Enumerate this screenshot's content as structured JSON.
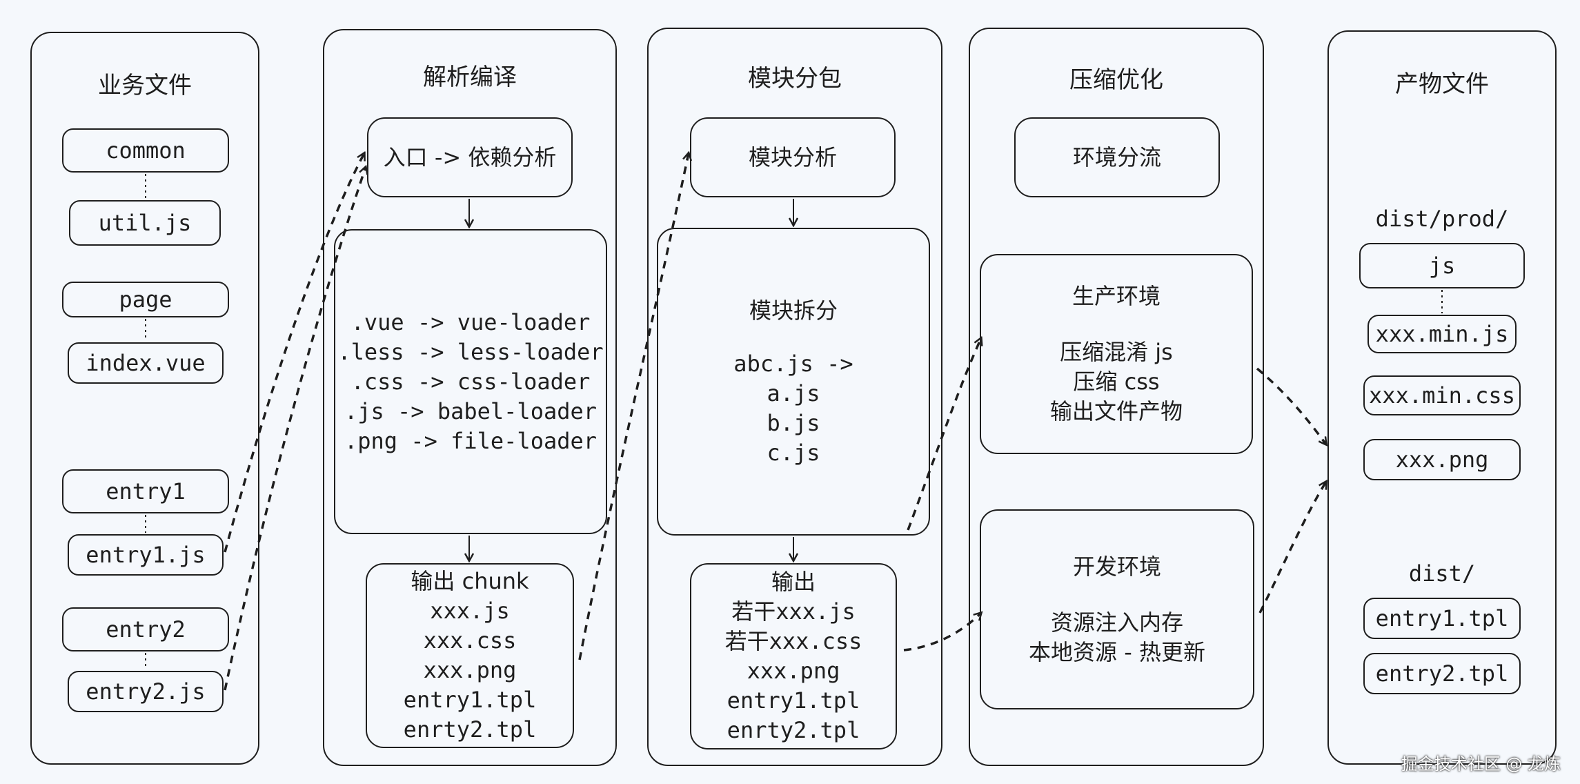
{
  "columns": {
    "business": {
      "title": "业务文件",
      "items": [
        "common",
        "util.js",
        "page",
        "index.vue",
        "entry1",
        "entry1.js",
        "entry2",
        "entry2.js"
      ]
    },
    "parse": {
      "title": "解析编译",
      "entry_box": "入口 -> 依赖分析",
      "loaders": [
        ".vue -> vue-loader",
        ".less -> less-loader",
        ".css -> css-loader",
        ".js -> babel-loader",
        ".png -> file-loader"
      ],
      "output": [
        "输出 chunk",
        "xxx.js",
        "xxx.css",
        "xxx.png",
        "entry1.tpl",
        "enrty2.tpl"
      ]
    },
    "split": {
      "title": "模块分包",
      "analysis_box": "模块分析",
      "split_title": "模块拆分",
      "split_lines": [
        "abc.js ->",
        "a.js",
        "b.js",
        "c.js"
      ],
      "output": [
        "输出",
        "若干xxx.js",
        "若干xxx.css",
        "xxx.png",
        "entry1.tpl",
        "enrty2.tpl"
      ]
    },
    "compress": {
      "title": "压缩优化",
      "env_box": "环境分流",
      "prod": {
        "title": "生产环境",
        "lines": [
          "压缩混淆 js",
          "压缩 css",
          "输出文件产物"
        ]
      },
      "dev": {
        "title": "开发环境",
        "lines": [
          "资源注入内存",
          "本地资源 - 热更新"
        ]
      }
    },
    "output": {
      "title": "产物文件",
      "prod_label": "dist/prod/",
      "prod_items": [
        "js",
        "xxx.min.js",
        "xxx.min.css",
        "xxx.png"
      ],
      "dist_label": "dist/",
      "dist_items": [
        "entry1.tpl",
        "entry2.tpl"
      ]
    }
  },
  "watermark": "掘金技术社区 @ 龙炼"
}
